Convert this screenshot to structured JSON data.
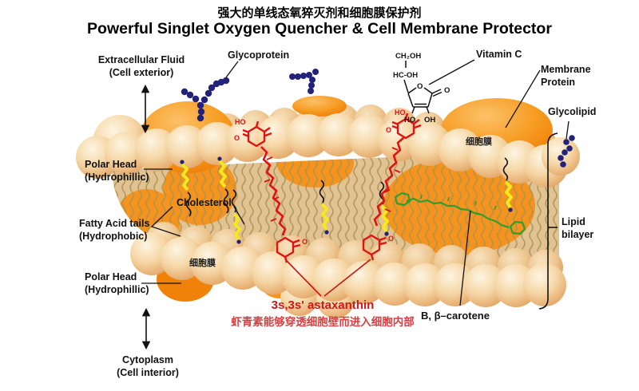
{
  "title": {
    "zh": "强大的单线态氧猝灭剂和细胞膜保护剂",
    "en": "Powerful Singlet Oxygen Quencher & Cell Membrane Protector"
  },
  "labels": {
    "extracellular_fluid": {
      "line1": "Extracellular Fluid",
      "line2": "(Cell exterior)"
    },
    "glycoprotein": "Glycoprotein",
    "vitamin_c": "Vitamin C",
    "membrane_protein": {
      "line1": "Membrane",
      "line2": "Protein"
    },
    "glycolipid": "Glycolipid",
    "lipid_bilayer": {
      "line1": "Lipid",
      "line2": "bilayer"
    },
    "polar_head_top": {
      "line1": "Polar Head",
      "line2": "(Hydrophillic)"
    },
    "cholesterol": "Cholesterol",
    "fatty_acid_tails": {
      "line1": "Fatty Acid tails",
      "line2": "(Hydrophobic)"
    },
    "membrane_zh": "细胞膜",
    "polar_head_bottom": {
      "line1": "Polar Head",
      "line2": "(Hydrophillic)"
    },
    "cytoplasm": {
      "line1": "Cytoplasm",
      "line2": "(Cell interior)"
    },
    "astaxanthin_en": "3s,3s' astaxanthin",
    "astaxanthin_zh": "虾青素能够穿透细胞壁而进入细胞内部",
    "beta_carotene": "B, β–carotene"
  },
  "chem": {
    "ch2oh": "CH₂OH",
    "hcoh": "HC-OH",
    "ring_o": "O",
    "double_o": "O",
    "ho": "HO",
    "oh": "OH",
    "asta_ho": "HO",
    "asta_o": "O"
  },
  "colors": {
    "astaxanthin_red": "#e01212",
    "label_red": "#cc1a1a",
    "chinese_red": "#d64040",
    "protein_orange": "#f6921e",
    "glycoprotein_navy": "#23227a",
    "cholesterol_yellow": "#f6e81c",
    "carotene_green": "#2f9e2f",
    "lipid_tan": "#e2c193",
    "tail_olive": "#a3954f",
    "text_black": "#111111"
  }
}
